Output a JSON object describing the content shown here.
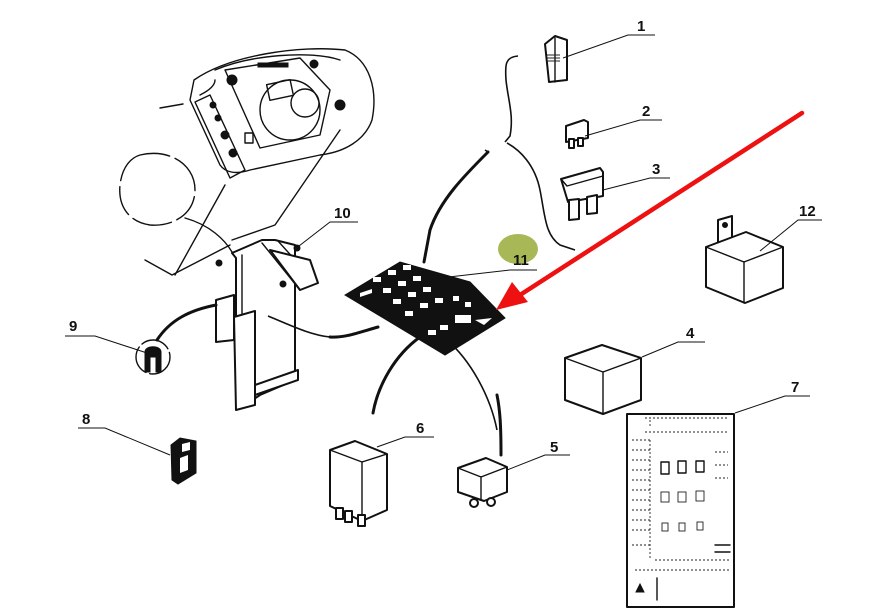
{
  "diagram": {
    "type": "exploded-parts-diagram",
    "subject": "Cab electrical distribution board with fuses and relays",
    "callouts": [
      {
        "id": "1",
        "label": "1",
        "part": "fuse-puller / connector"
      },
      {
        "id": "2",
        "label": "2",
        "part": "mini blade fuse"
      },
      {
        "id": "3",
        "label": "3",
        "part": "maxi blade fuse"
      },
      {
        "id": "4",
        "label": "4",
        "part": "relay (large cube)"
      },
      {
        "id": "5",
        "label": "5",
        "part": "small relay"
      },
      {
        "id": "6",
        "label": "6",
        "part": "relay with pins"
      },
      {
        "id": "7",
        "label": "7",
        "part": "fuse/relay layout label"
      },
      {
        "id": "8",
        "label": "8",
        "part": "clip"
      },
      {
        "id": "9",
        "label": "9",
        "part": "fastener clip (detail circle)"
      },
      {
        "id": "10",
        "label": "10",
        "part": "mounting bracket"
      },
      {
        "id": "11",
        "label": "11",
        "part": "fuse & relay board"
      },
      {
        "id": "12",
        "label": "12",
        "part": "relay with mounting tab"
      }
    ],
    "highlight": {
      "target": "11",
      "color": "#9aab3a"
    },
    "arrow": {
      "color": "#ee1111",
      "points_to": "11"
    }
  }
}
